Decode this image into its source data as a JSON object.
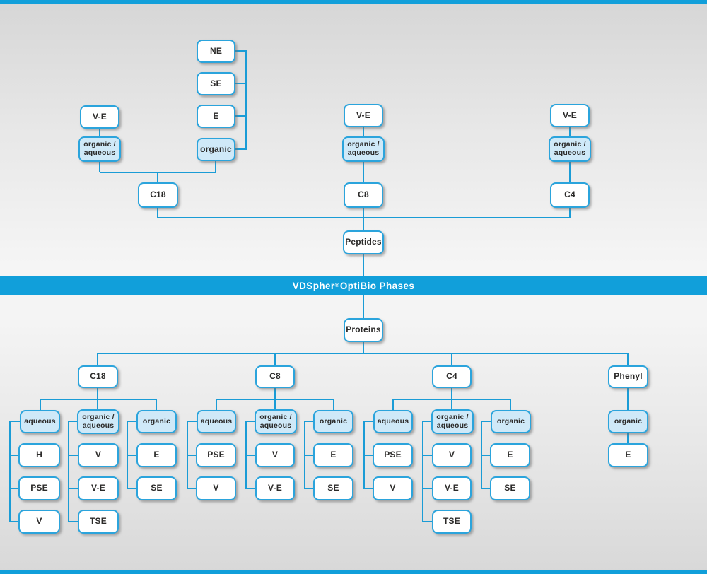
{
  "title_bar": {
    "text_brand": "VDSpher",
    "text_reg": "®",
    "text_rest": " OptiBio Phases"
  },
  "colors": {
    "accent_blue": "#119fda",
    "box_border": "#2ba4dc",
    "light_blue_fill": "#cfe9f8",
    "connector_line": "#1a9cd6",
    "text": "#2b2a29"
  },
  "peptides_tree": {
    "root_label": "Peptides",
    "c18": {
      "header": "C18",
      "ve_label": "V-E",
      "orgaq_label": "organic /\naqueous",
      "organic_label": "organic",
      "organic_modifiers": [
        "NE",
        "SE",
        "E"
      ]
    },
    "c8": {
      "header": "C8",
      "ve_label": "V-E",
      "orgaq_label": "organic /\naqueous"
    },
    "c4": {
      "header": "C4",
      "ve_label": "V-E",
      "orgaq_label": "organic /\naqueous"
    }
  },
  "proteins_tree": {
    "root_label": "Proteins",
    "c18": {
      "header": "C18",
      "aqueous": {
        "label": "aqueous",
        "items": [
          "H",
          "PSE",
          "V"
        ]
      },
      "orgaq": {
        "label": "organic /\naqueous",
        "items": [
          "V",
          "V-E",
          "TSE"
        ]
      },
      "organic": {
        "label": "organic",
        "items": [
          "E",
          "SE"
        ]
      }
    },
    "c8": {
      "header": "C8",
      "aqueous": {
        "label": "aqueous",
        "items": [
          "PSE",
          "V"
        ]
      },
      "orgaq": {
        "label": "organic /\naqueous",
        "items": [
          "V",
          "V-E"
        ]
      },
      "organic": {
        "label": "organic",
        "items": [
          "E",
          "SE"
        ]
      }
    },
    "c4": {
      "header": "C4",
      "aqueous": {
        "label": "aqueous",
        "items": [
          "PSE",
          "V"
        ]
      },
      "orgaq": {
        "label": "organic /\naqueous",
        "items": [
          "V",
          "V-E",
          "TSE"
        ]
      },
      "organic": {
        "label": "organic",
        "items": [
          "E",
          "SE"
        ]
      }
    },
    "phenyl": {
      "header": "Phenyl",
      "organic": {
        "label": "organic",
        "items": [
          "E"
        ]
      }
    }
  }
}
